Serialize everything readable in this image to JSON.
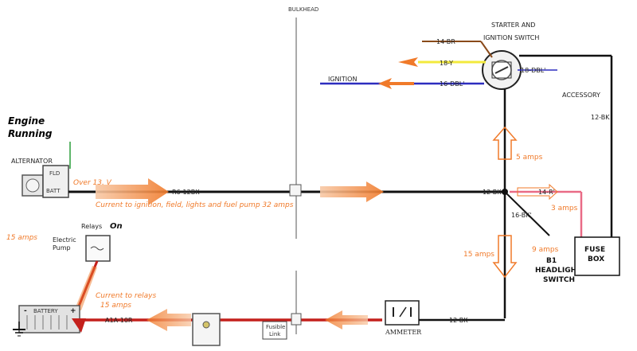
{
  "title": {
    "line1": "Engine",
    "line2": "Running"
  },
  "labels": {
    "bulkhead": "BULKHEAD",
    "starter_line1": "STARTER AND",
    "starter_line2": "IGNITION SWITCH",
    "wire_14br": "14-BR",
    "wire_18y": "18-Y",
    "wire_18dbl": "18-DBL'",
    "ignition": "IGNITION",
    "wire_16dbl": "16-DBL'",
    "accessory": "ACCESSORY",
    "wire_12bk_acc": "12-BK",
    "alternator": "ALTERNATOR",
    "fld": "FLD",
    "batt": "BATT",
    "over_voltage": "Over 13. V",
    "wire_r6": "R6-12BK",
    "current_ignition": "Current to ignition, field, lights and fuel pump 32 amps",
    "wire_12bk_junction": "12-BK",
    "wire_14r": "14-R'",
    "amps_5": "5 amps",
    "amps_3": "3 amps",
    "wire_16bk": "16-BK'",
    "amps_15_right": "15 amps",
    "amps_9": "9 amps",
    "b1": "B1",
    "headlight_line1": "HEADLIGHT",
    "headlight_line2": "SWITCH",
    "fuse_line1": "FUSE",
    "fuse_line2": "BOX",
    "relays": "Relays",
    "on": "On",
    "amps_15_left": "15 amps",
    "electric": "Electric",
    "pump": "Pump",
    "current_relays_line1": "Current to relays",
    "current_relays_line2": "15 amps",
    "battery": "BATTERY",
    "wire_a1a": "A1A-10R",
    "fusible_line1": "Fusible",
    "fusible_line2": "Link",
    "ammeter": "AMMETER",
    "wire_12bk_bottom": "12-BK",
    "minus": "-",
    "plus": "+"
  },
  "colors": {
    "wire_black": "#111111",
    "wire_red": "#c4201c",
    "wire_pink": "#e96b86",
    "flow_orange": "#f07a2a",
    "wire_brown": "#8a4a1a",
    "wire_yellow": "#f3ea3c",
    "wire_blue": "#2d2dbf",
    "ground_green": "#2a9d3a"
  }
}
